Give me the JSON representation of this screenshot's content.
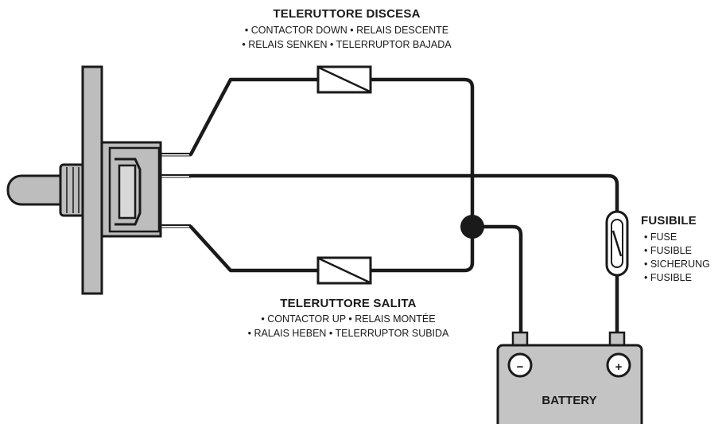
{
  "labels": {
    "down_title": "TELERUTTORE DISCESA",
    "down_line1": "• CONTACTOR DOWN • RELAIS DESCENTE",
    "down_line2": "• RELAIS SENKEN • TELERRUPTOR BAJADA",
    "up_title": "TELERUTTORE SALITA",
    "up_line1": "• CONTACTOR UP • RELAIS MONTÉE",
    "up_line2": "• RALAIS HEBEN • TELERRUPTOR SUBIDA",
    "fuse_title": "FUSIBILE",
    "fuse_items": [
      "• FUSE",
      "• FUSIBLE",
      "• SICHERUNG",
      "• FUSIBLE"
    ],
    "battery": "BATTERY",
    "battery_minus": "−",
    "battery_plus": "+"
  },
  "colors": {
    "wire": "#1a1a1a",
    "switch_fill": "#bdbdbd",
    "battery_fill": "#c4c4c4",
    "outline": "#1a1a1a"
  },
  "icons": [
    "toggle-switch-icon",
    "contactor-icon",
    "fuse-icon",
    "battery-icon",
    "junction-dot-icon"
  ]
}
